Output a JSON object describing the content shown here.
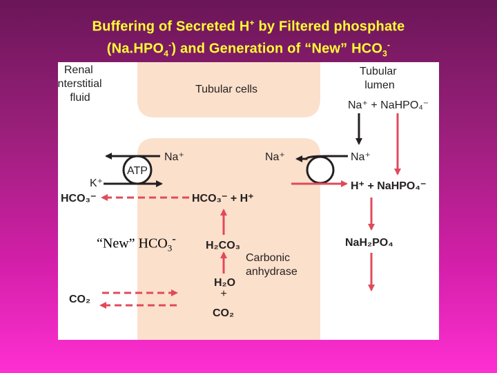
{
  "title": {
    "line1_a": "Buffering of Secreted H",
    "line1_sup": "+",
    "line1_b": " by Filtered phosphate",
    "line2_a": "(Na.HPO",
    "line2_sub": "4",
    "line2_sup": "-",
    "line2_b": ") and Generation of “New”  HCO",
    "line2_sub2": "3",
    "line2_sup2": "-"
  },
  "diagram": {
    "interstitial_label": [
      "Renal",
      "interstitial",
      "fluid"
    ],
    "tubular_lumen_label": [
      "Tubular",
      "lumen"
    ],
    "tubular_cells_label": "Tubular cells",
    "atp_label": "ATP",
    "na_plus": "Na⁺",
    "k_plus": "K⁺",
    "hco3_left": "HCO₃⁻",
    "hco3_h_cell": "HCO₃⁻ + H⁺",
    "na_hpo4_top": "Na⁺ + NaHPO₄⁻",
    "h_na_hpo4": "H⁺ + NaHPO₄⁻",
    "nah2po4": "NaH₂PO₄",
    "h2co3": "H₂CO₃",
    "carbonic_anhydrase": [
      "Carbonic",
      "anhydrase"
    ],
    "h2o": "H₂O",
    "plus": "+",
    "co2": "CO₂",
    "co2_left": "CO₂"
  },
  "annotation": {
    "new_text": "“New”  HCO",
    "new_sub": "3",
    "new_sup": "-"
  },
  "colors": {
    "cell_fill": "#fbe0cb",
    "red_arrow": "#e04a5a",
    "black": "#231f20",
    "title": "#ffff33"
  }
}
